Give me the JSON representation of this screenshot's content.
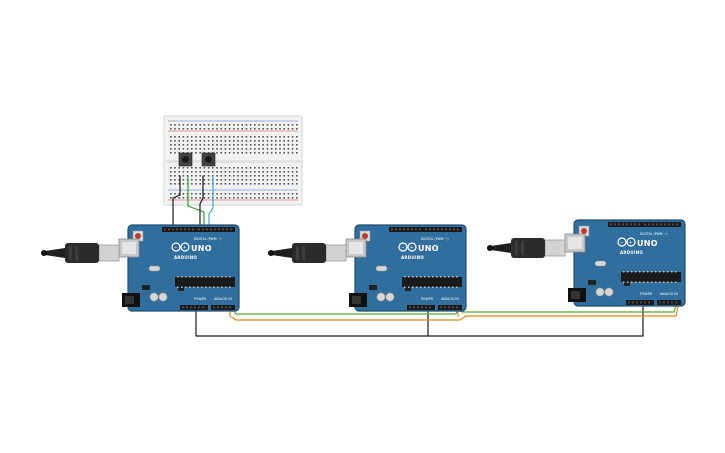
{
  "app": {
    "view": "circuit-canvas"
  },
  "board": {
    "model": "UNO",
    "brand": "ARDUINO",
    "header_digital": "DIGITAL (PWM ~)",
    "header_power": "POWER",
    "header_analog": "ANALOG IN",
    "color_pcb": "#2f6e9d",
    "color_pcb_edge": "#1f4e73"
  },
  "components": {
    "breadboard": "breadboard-small",
    "pushbuttons": 2,
    "arduinos": 3,
    "usb_cables": 3
  },
  "wire_colors": {
    "ground": "#1a1a1a",
    "signal_green": "#2aa12a",
    "signal_blue": "#3fa6c8",
    "bus_orange": "#e08a12",
    "bus_green": "#5aa832"
  }
}
